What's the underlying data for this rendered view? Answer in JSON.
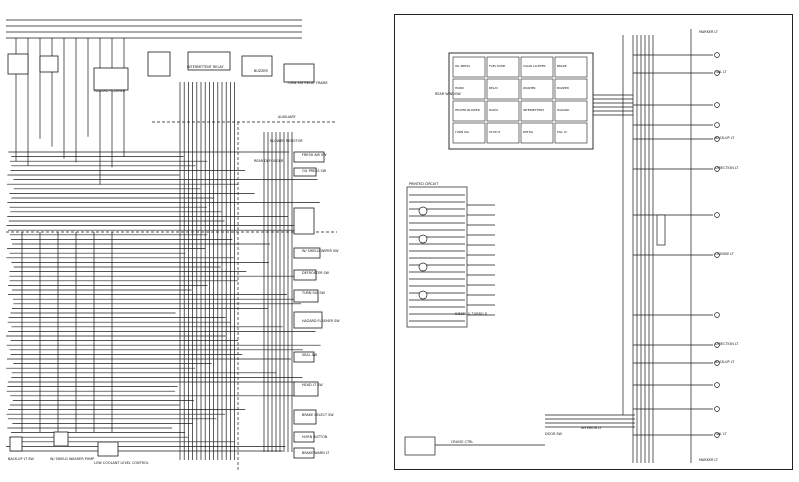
{
  "left_page": {
    "component_labels": {
      "hazard_flasher": "HAZARD FLASHER",
      "intermittent_relay": "INTERMITTENT RELAY",
      "buzzer": "BUZZER",
      "turn_sig_relay": "TURN SIG RELAY FRAME",
      "blower_resistor": "BLOWER RESISTOR",
      "rear_defogger": "REAR DEFOGGER",
      "fresh_air": "FRESH AIR SW",
      "oil_press": "OIL PRESS SW",
      "defroster_sw": "DEFROSTER SW",
      "turn_sig_sw": "TURN SIG SW",
      "hazard_flasher_sw": "HAZARD FLASHER SW",
      "seal_sw": "SEAL SW",
      "head_lt_sw": "HEAD LT SW",
      "brake_switch": "BRAKE SELECT SW",
      "horn_button": "HORN BUTTON",
      "brake_warn": "BRAKE WARN LT",
      "low_coolant": "LOW COOLANT LEVEL CONTROL",
      "washer_pump": "W/ SHIELD WASHER PUMP",
      "wiper_sw": "W/ SHIELD WIPER SW",
      "back_up": "BACK-UP LT SW",
      "auxiliary": "AUXILIARY"
    }
  },
  "right_page": {
    "fuse_panel": {
      "cells": [
        "OIL PRESS",
        "FUEL PUMP",
        "CIGAR LIGHTER",
        "BRAKE",
        "HORN",
        "RELAY",
        "WASHER",
        "BUZZER",
        "HEATER BLOWER",
        "RADIO",
        "INTERMITTENT",
        "HAZARD",
        "TURN SIG",
        "STOP LT",
        "DEFOG",
        "TAIL LT"
      ]
    },
    "labels": {
      "rear_window": "REAR WINDOW",
      "printed_circuit": "PRINTED CIRCUIT",
      "marker_lt": "MARKER LT",
      "tail_lt": "TAIL LT",
      "back_up_lt": "BACK-UP LT",
      "direction_lt": "DIRECTION LT",
      "license_lt": "LICENSE LT",
      "diesel_turbo": "DIESEL & TURBO D",
      "cruise": "CRUISE CTRL",
      "door_sw": "DOOR SW",
      "interior_lt": "INTERIOR LT"
    }
  },
  "colors": {
    "ink": "#1a1a1a",
    "paper": "#ffffff"
  }
}
